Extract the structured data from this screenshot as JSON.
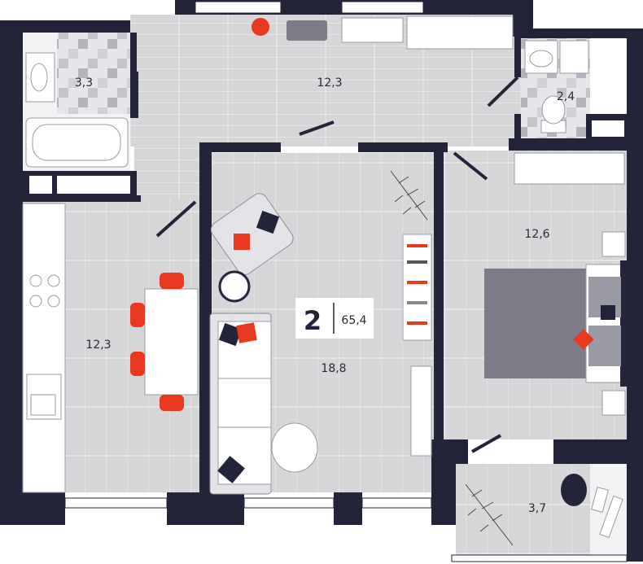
{
  "plan": {
    "rooms_count": "2",
    "total_area": "65,4",
    "rooms": {
      "bathroom": "3,3",
      "hall": "12,3",
      "wc": "2,4",
      "kitchen": "12,3",
      "living": "18,8",
      "bedroom": "12,6",
      "balcony": "3,7"
    }
  },
  "colors": {
    "wall": "#23243a",
    "floor": "#d6d6d9",
    "accent": "#e8391f"
  }
}
